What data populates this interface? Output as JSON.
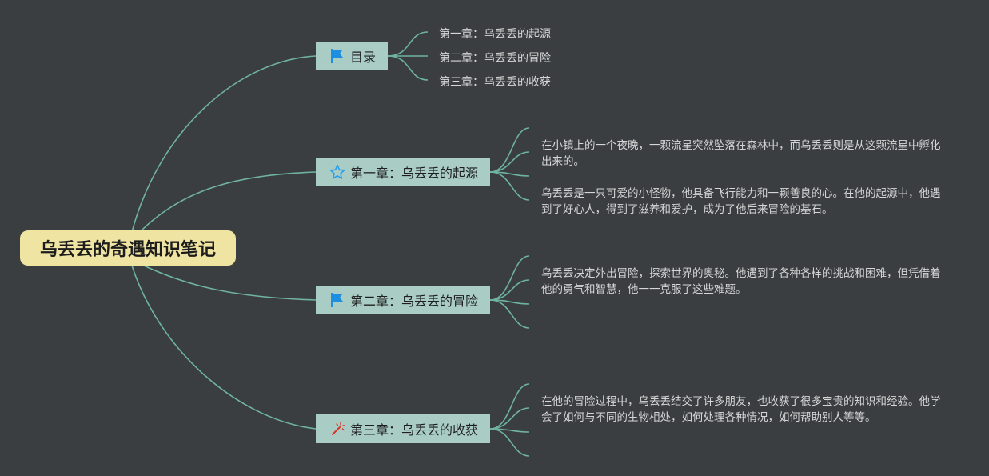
{
  "root": {
    "title": "乌丢丢的奇遇知识笔记"
  },
  "topics": {
    "toc": {
      "label": "目录",
      "icon": "flag-icon",
      "items": [
        "第一章：乌丢丢的起源",
        "第二章：乌丢丢的冒险",
        "第三章：乌丢丢的收获"
      ]
    },
    "chapter1": {
      "label": "第一章：乌丢丢的起源",
      "icon": "star-icon",
      "paragraphs": [
        "在小镇上的一个夜晚，一颗流星突然坠落在森林中，而乌丢丢则是从这颗流星中孵化出来的。",
        "乌丢丢是一只可爱的小怪物，他具备飞行能力和一颗善良的心。在他的起源中，他遇到了好心人，得到了滋养和爱护，成为了他后来冒险的基石。"
      ]
    },
    "chapter2": {
      "label": "第二章：乌丢丢的冒险",
      "icon": "flag-icon",
      "paragraphs": [
        "乌丢丢决定外出冒险，探索世界的奥秘。他遇到了各种各样的挑战和困难，但凭借着他的勇气和智慧，他一一克服了这些难题。"
      ]
    },
    "chapter3": {
      "label": "第三章：乌丢丢的收获",
      "icon": "magic-wand-icon",
      "paragraphs": [
        "在他的冒险过程中，乌丢丢结交了许多朋友，也收获了很多宝贵的知识和经验。他学会了如何与不同的生物相处，如何处理各种情况，如何帮助别人等等。"
      ]
    }
  },
  "colors": {
    "background": "#3a3e41",
    "root_fill": "#efe4a2",
    "topic_fill": "#a9cdc5",
    "connector": "#6fb3a0",
    "text_light": "#d6d6d6",
    "flag_blue": "#1e8fe0",
    "star_blue": "#2aa0ea",
    "wand_red": "#d8352a"
  }
}
